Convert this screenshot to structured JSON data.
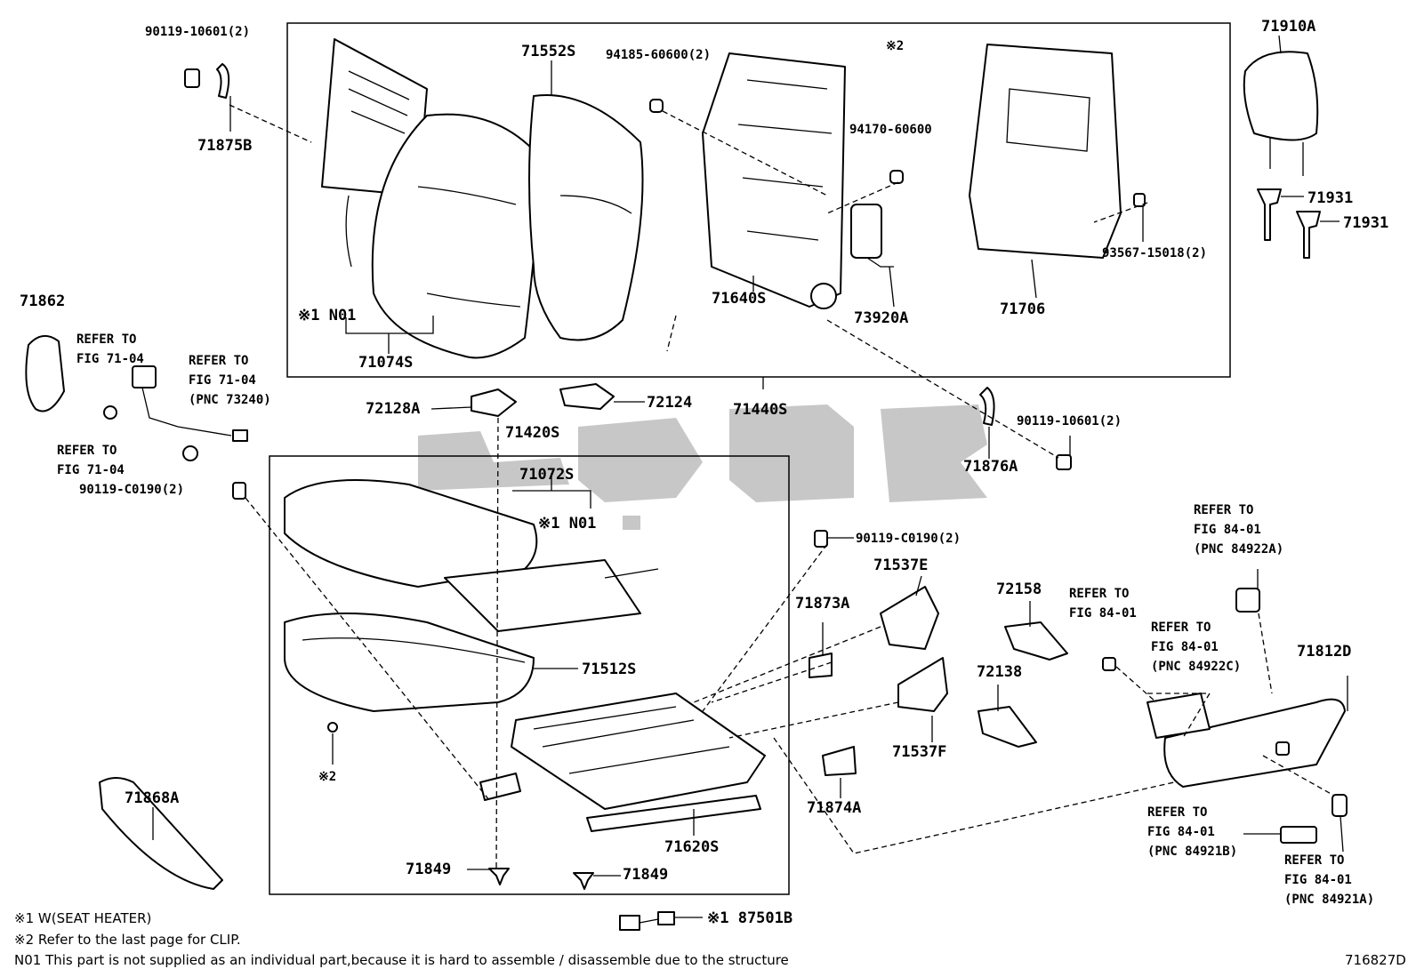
{
  "parts": {
    "p_90119_10601_top": "90119-10601(2)",
    "p_71875B": "71875B",
    "p_71552S": "71552S",
    "p_94185_60600": "94185-60600(2)",
    "p_note2_top": "※2",
    "p_94170_60600": "94170-60600",
    "p_71910A": "71910A",
    "p_71931_a": "71931",
    "p_71931_b": "71931",
    "p_93567_15018": "93567-15018(2)",
    "p_71640S": "71640S",
    "p_73920A": "73920A",
    "p_71706": "71706",
    "p_N01_top": "※1 N01",
    "p_71074S": "71074S",
    "p_71862": "71862",
    "p_refer_7104_a1": "REFER TO",
    "p_refer_7104_a2": "FIG 71-04",
    "p_refer_7104_b1": "REFER TO",
    "p_refer_7104_b2": "FIG 71-04",
    "p_refer_7104_b3": "(PNC 73240)",
    "p_refer_7104_c1": "REFER TO",
    "p_refer_7104_c2": "FIG 71-04",
    "p_72128A": "72128A",
    "p_72124": "72124",
    "p_71440S": "71440S",
    "p_71420S": "71420S",
    "p_90119_10601_mid": "90119-10601(2)",
    "p_71876A": "71876A",
    "p_90119_C0190_left": "90119-C0190(2)",
    "p_71072S": "71072S",
    "p_N01_mid": "※1 N01",
    "p_90119_C0190_mid": "90119-C0190(2)",
    "p_71537E": "71537E",
    "p_72158": "72158",
    "p_refer_8401_a1": "REFER TO",
    "p_refer_8401_a2": "FIG 84-01",
    "p_refer_8401_a3": "(PNC 84922A)",
    "p_refer_8401_b1": "REFER TO",
    "p_refer_8401_b2": "FIG 84-01",
    "p_71873A": "71873A",
    "p_refer_8401_c1": "REFER TO",
    "p_refer_8401_c2": "FIG 84-01",
    "p_refer_8401_c3": "(PNC 84922C)",
    "p_71812D": "71812D",
    "p_71512S": "71512S",
    "p_72138": "72138",
    "p_71537F": "71537F",
    "p_note2_mid": "※2",
    "p_71868A": "71868A",
    "p_71874A": "71874A",
    "p_refer_8401_d1": "REFER TO",
    "p_refer_8401_d2": "FIG 84-01",
    "p_refer_8401_d3": "(PNC 84921B)",
    "p_71620S": "71620S",
    "p_refer_8401_e1": "REFER TO",
    "p_refer_8401_e2": "FIG 84-01",
    "p_refer_8401_e3": "(PNC 84921A)",
    "p_71849_a": "71849",
    "p_71849_b": "71849",
    "p_87501B": "※1 87501B"
  },
  "notes": {
    "line1": "※1 W(SEAT HEATER)",
    "line2": "※2 Refer to the last page for CLIP.",
    "line3": "N01 This part is not supplied as an individual part,because it is hard to assemble / disassemble due to the structure"
  },
  "figure_id": "716827D",
  "watermark_color": "#bdbdbd"
}
